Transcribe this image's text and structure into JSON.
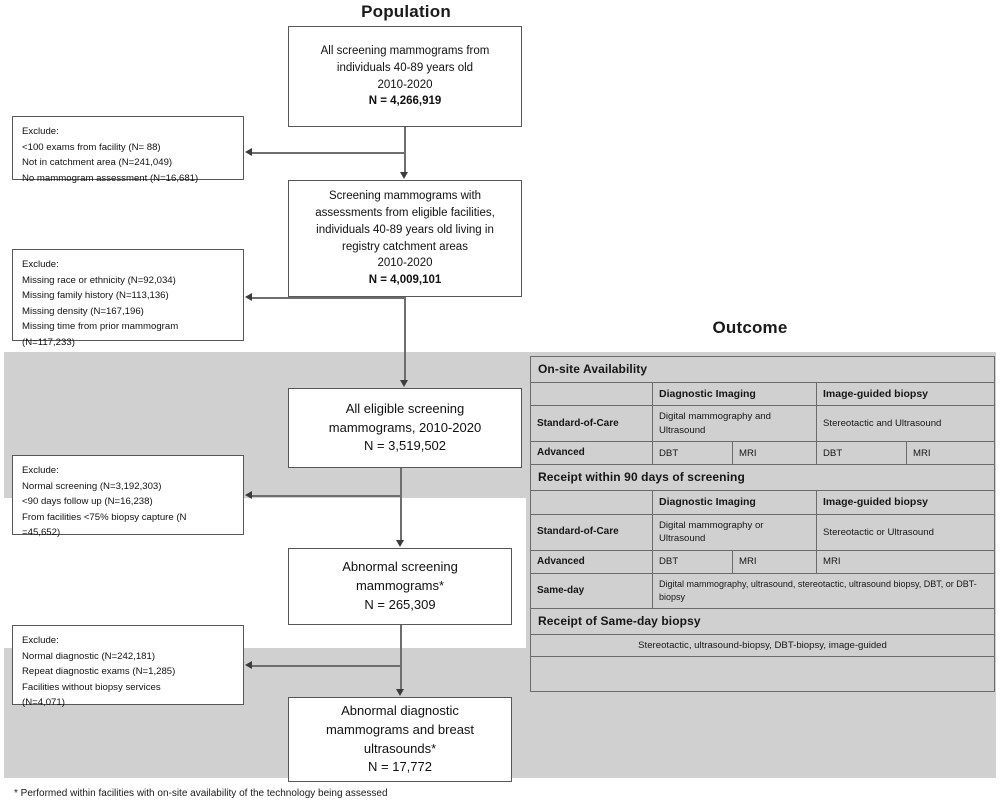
{
  "headings": {
    "population": "Population",
    "outcome": "Outcome"
  },
  "flow": {
    "population_box": {
      "line1": "All screening mammograms from",
      "line2": "individuals 40-89 years old",
      "line3": "2010-2020",
      "line4": "N = 4,266,919"
    },
    "screening_box": {
      "line1": "Screening mammograms with",
      "line2": "assessments from eligible facilities,",
      "line3": "individuals 40-89 years old living in",
      "line4": "registry catchment areas",
      "line5": "2010-2020",
      "line6": "N = 4,009,101"
    },
    "eligible_box": {
      "line1": "All eligible screening",
      "line2": "mammograms, 2010-2020",
      "line3": "N = 3,519,502"
    },
    "abnormal_screening_box": {
      "line1": "Abnormal screening",
      "line2": "mammograms*",
      "line3": "N = 265,309"
    },
    "abnormal_diagnostic_box": {
      "line1": "Abnormal diagnostic",
      "line2": "mammograms and breast",
      "line3": "ultrasounds*",
      "line4": "N = 17,772"
    }
  },
  "exclusions": [
    {
      "title": "Exclude:",
      "lines": [
        "<100 exams from facility (N= 88)",
        "Not in catchment area (N=241,049)",
        "No mammogram assessment (N=16,681)"
      ]
    },
    {
      "title": "Exclude:",
      "lines": [
        "Missing race or ethnicity (N=92,034)",
        "Missing family history (N=113,136)",
        "Missing density (N=167,196)",
        "Missing time from prior mammogram",
        "(N=117,233)"
      ]
    },
    {
      "title": "Exclude:",
      "lines": [
        "Normal screening (N=3,192,303)",
        "<90 days follow up (N=16,238)",
        "From facilities <75% biopsy capture (N",
        "=45,652)"
      ]
    },
    {
      "title": "Exclude:",
      "lines": [
        "Normal diagnostic (N=242,181)",
        "Repeat diagnostic exams (N=1,285)",
        "Facilities without biopsy services",
        "(N=4,071)"
      ]
    }
  ],
  "outcome_table": {
    "section1": {
      "title": "On-site Availability",
      "col_blank": "",
      "col_diagnostic": "Diagnostic Imaging",
      "col_biopsy": "Image-guided biopsy",
      "rows": [
        {
          "label": "Standard-of-Care",
          "diagnostic": "Digital mammography and Ultrasound",
          "biopsy": "Stereotactic and Ultrasound"
        },
        {
          "label": "Advanced",
          "diagnostic_a": "DBT",
          "diagnostic_b": "MRI",
          "biopsy_a": "DBT",
          "biopsy_b": "MRI"
        }
      ]
    },
    "section2": {
      "title": "Receipt within 90 days of screening",
      "col_blank": "",
      "col_diagnostic": "Diagnostic Imaging",
      "col_biopsy": "Image-guided biopsy",
      "rows": [
        {
          "label": "Standard-of-Care",
          "diagnostic": "Digital mammography or Ultrasound",
          "biopsy": "Stereotactic or Ultrasound"
        },
        {
          "label": "Advanced",
          "diagnostic_a": "DBT",
          "diagnostic_b": "MRI",
          "biopsy": "MRI"
        },
        {
          "label": "Same-day",
          "value": "Digital mammography, ultrasound, stereotactic, ultrasound biopsy, DBT, or DBT-biopsy"
        }
      ]
    },
    "section3": {
      "title": "Receipt of Same-day biopsy",
      "value": "Stereotactic, ultrasound-biopsy, DBT-biopsy, image-guided"
    }
  },
  "footnote": "* Performed within facilities with on-site availability of the technology being assessed",
  "colors": {
    "band_gray": "#d0d0d0",
    "box_border": "#575757",
    "connector": "#6e6e6e"
  }
}
